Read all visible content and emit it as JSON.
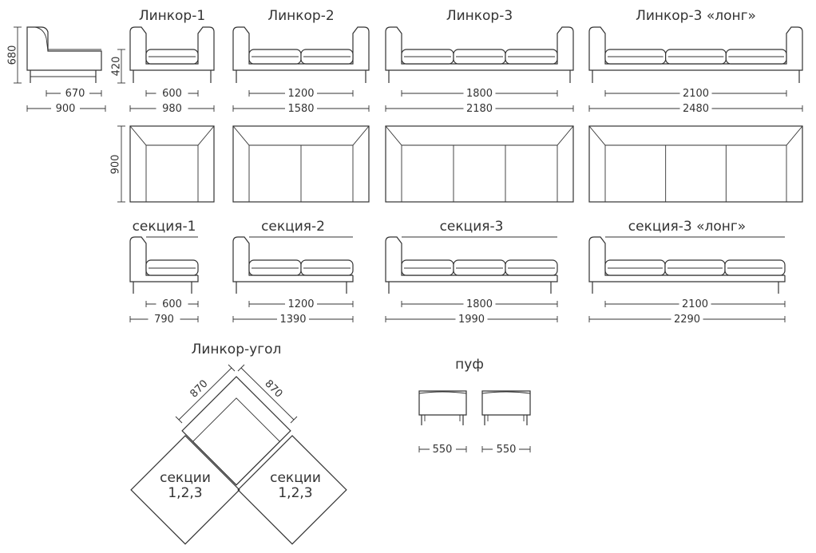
{
  "colors": {
    "line": "#333333",
    "background": "#ffffff"
  },
  "side_view": {
    "height": "680",
    "inner_depth": "670",
    "depth": "900"
  },
  "seat_height": "420",
  "top_view_depth": "900",
  "models": [
    {
      "name": "Линкор-1",
      "inner": "600",
      "outer": "980"
    },
    {
      "name": "Линкор-2",
      "inner": "1200",
      "outer": "1580"
    },
    {
      "name": "Линкор-3",
      "inner": "1800",
      "outer": "2180"
    },
    {
      "name": "Линкор-3 «лонг»",
      "inner": "2100",
      "outer": "2480"
    }
  ],
  "sections": [
    {
      "name": "секция-1",
      "inner": "600",
      "outer": "790"
    },
    {
      "name": "секция-2",
      "inner": "1200",
      "outer": "1390"
    },
    {
      "name": "секция-3",
      "inner": "1800",
      "outer": "1990"
    },
    {
      "name": "секция-3 «лонг»",
      "inner": "2100",
      "outer": "2290"
    }
  ],
  "corner": {
    "name": "Линкор-угол",
    "dim_left": "870",
    "dim_right": "870",
    "section_label_line1": "секции",
    "section_label_line2": "1,2,3"
  },
  "pouf": {
    "name": "пуф",
    "dim_front": "550",
    "dim_side": "550"
  }
}
